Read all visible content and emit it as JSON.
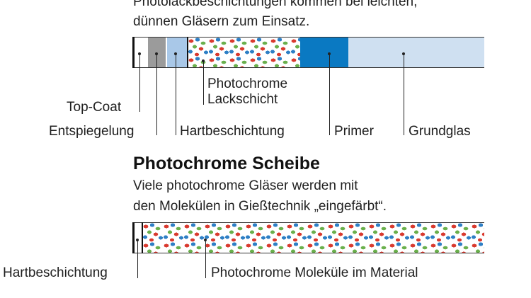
{
  "top_section": {
    "intro_line1": "Photolackbeschichtungen kommen bei leichten,",
    "intro_line2": "dünnen Gläsern zum Einsatz.",
    "labels": {
      "top_coat": "Top-Coat",
      "entspiegelung": "Entspiegelung",
      "hartbeschichtung": "Hartbeschichtung",
      "photochrome_lack_1": "Photochrome",
      "photochrome_lack_2": "Lackschicht",
      "primer": "Primer",
      "grundglas": "Grundglas"
    }
  },
  "bottom_section": {
    "title": "Photochrome Scheibe",
    "desc_line1": "Viele photochrome Gläser werden mit",
    "desc_line2": "den Molekülen in Gießtechnik „eingefärbt“.",
    "labels": {
      "hartbeschichtung": "Hartbeschichtung",
      "molekuele": "Photochrome Moleküle im Material"
    }
  },
  "colors": {
    "entspiegelung_layer": "#9b9b9b",
    "hartbeschichtung_layer": "#a9c8e8",
    "primer_layer": "#0a79c2",
    "grundglas_layer": "#cfe0f1",
    "molecule_red": "#d93a2f",
    "molecule_blue": "#2e7fc5",
    "molecule_green": "#6ab04c"
  }
}
